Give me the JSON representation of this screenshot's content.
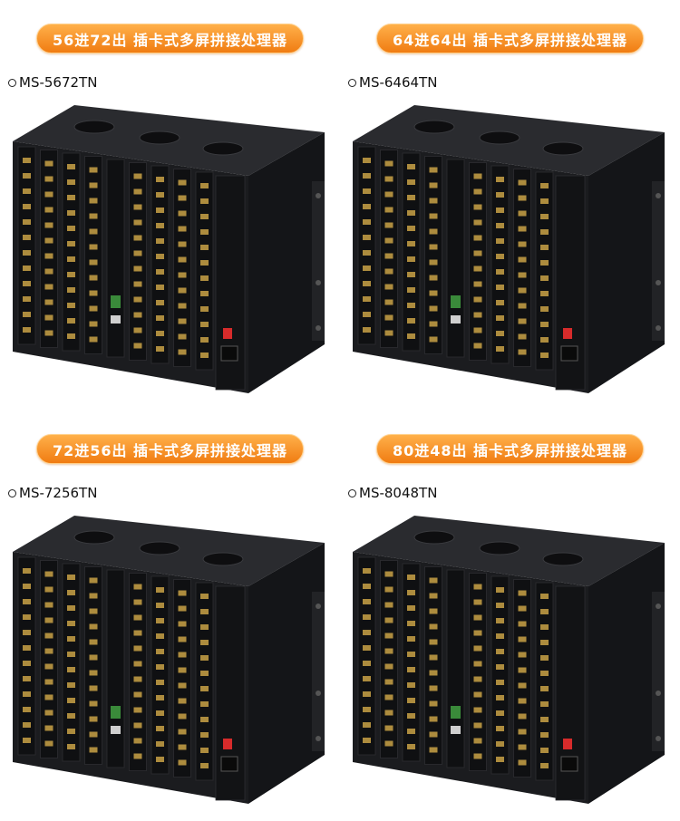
{
  "products": [
    {
      "title": "56进72出 插卡式多屏拼接处理器",
      "model": "MS-5672TN"
    },
    {
      "title": "64进64出 插卡式多屏拼接处理器",
      "model": "MS-6464TN"
    },
    {
      "title": "72进56出 插卡式多屏拼接处理器",
      "model": "MS-7256TN"
    },
    {
      "title": "80进48出 插卡式多屏拼接处理器",
      "model": "MS-8048TN"
    }
  ],
  "colors": {
    "badge": "#f58a1f",
    "chassis": "#1b1c1f",
    "port": "#c9a247"
  },
  "icons": [
    "ring-bullet-icon",
    "vent-grille-icon",
    "power-switch-icon",
    "power-socket-icon",
    "rack-ear-icon"
  ]
}
